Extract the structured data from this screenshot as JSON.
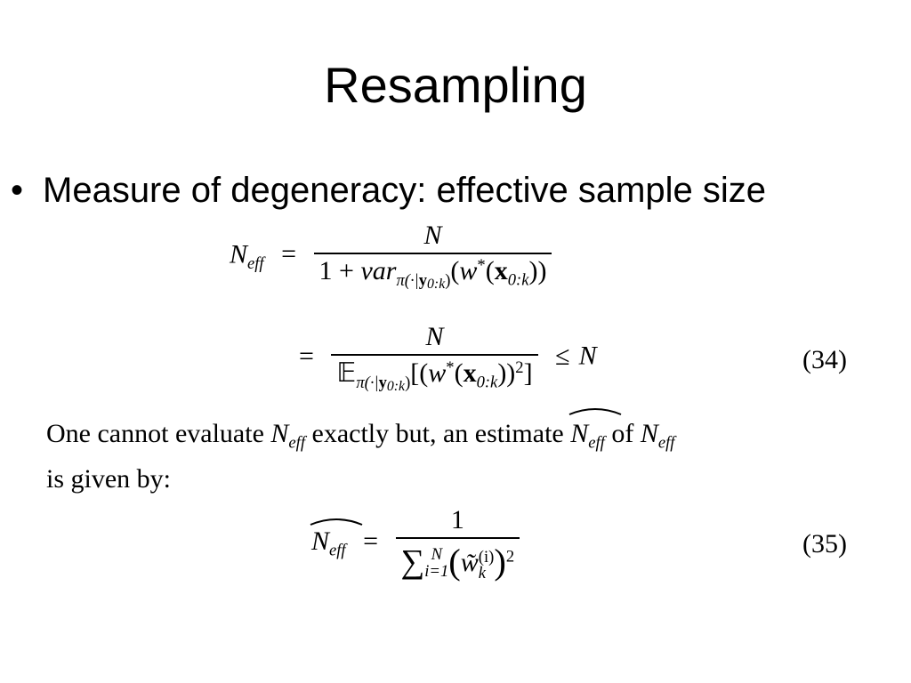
{
  "slide": {
    "title": "Resampling",
    "bullet_symbol": "•",
    "bullet_text": "Measure of degeneracy: effective sample size"
  },
  "equation_34": {
    "lhs_symbol": "N",
    "lhs_subscript": "eff",
    "equals": "=",
    "numerator_1": "N",
    "denominator_1_prefix": "1 +",
    "var_label": "var",
    "pi_subscript": "π(·|",
    "y_symbol": "y",
    "y_subscript": "0:k",
    "close_paren_sub": ")",
    "w_symbol": "w",
    "w_superscript": "*",
    "x_symbol": "x",
    "x_subscript": "0:k",
    "numerator_2": "N",
    "expectation_symbol": "𝔼",
    "leq": "≤",
    "rhs": "N",
    "square": "2",
    "number": "(34)"
  },
  "paragraph": {
    "text_1": "One cannot evaluate",
    "text_2": "exactly but, an estimate",
    "text_3": "of",
    "text_4": "is given by:",
    "n_symbol": "N",
    "eff": "eff"
  },
  "equation_35": {
    "lhs_symbol": "N",
    "lhs_subscript": "eff",
    "equals": "=",
    "numerator": "1",
    "sum_symbol": "∑",
    "sum_upper": "N",
    "sum_lower": "i=1",
    "w_tilde": "w̃",
    "w_sup": "(i)",
    "w_sub": "k",
    "square": "2",
    "number": "(35)"
  }
}
